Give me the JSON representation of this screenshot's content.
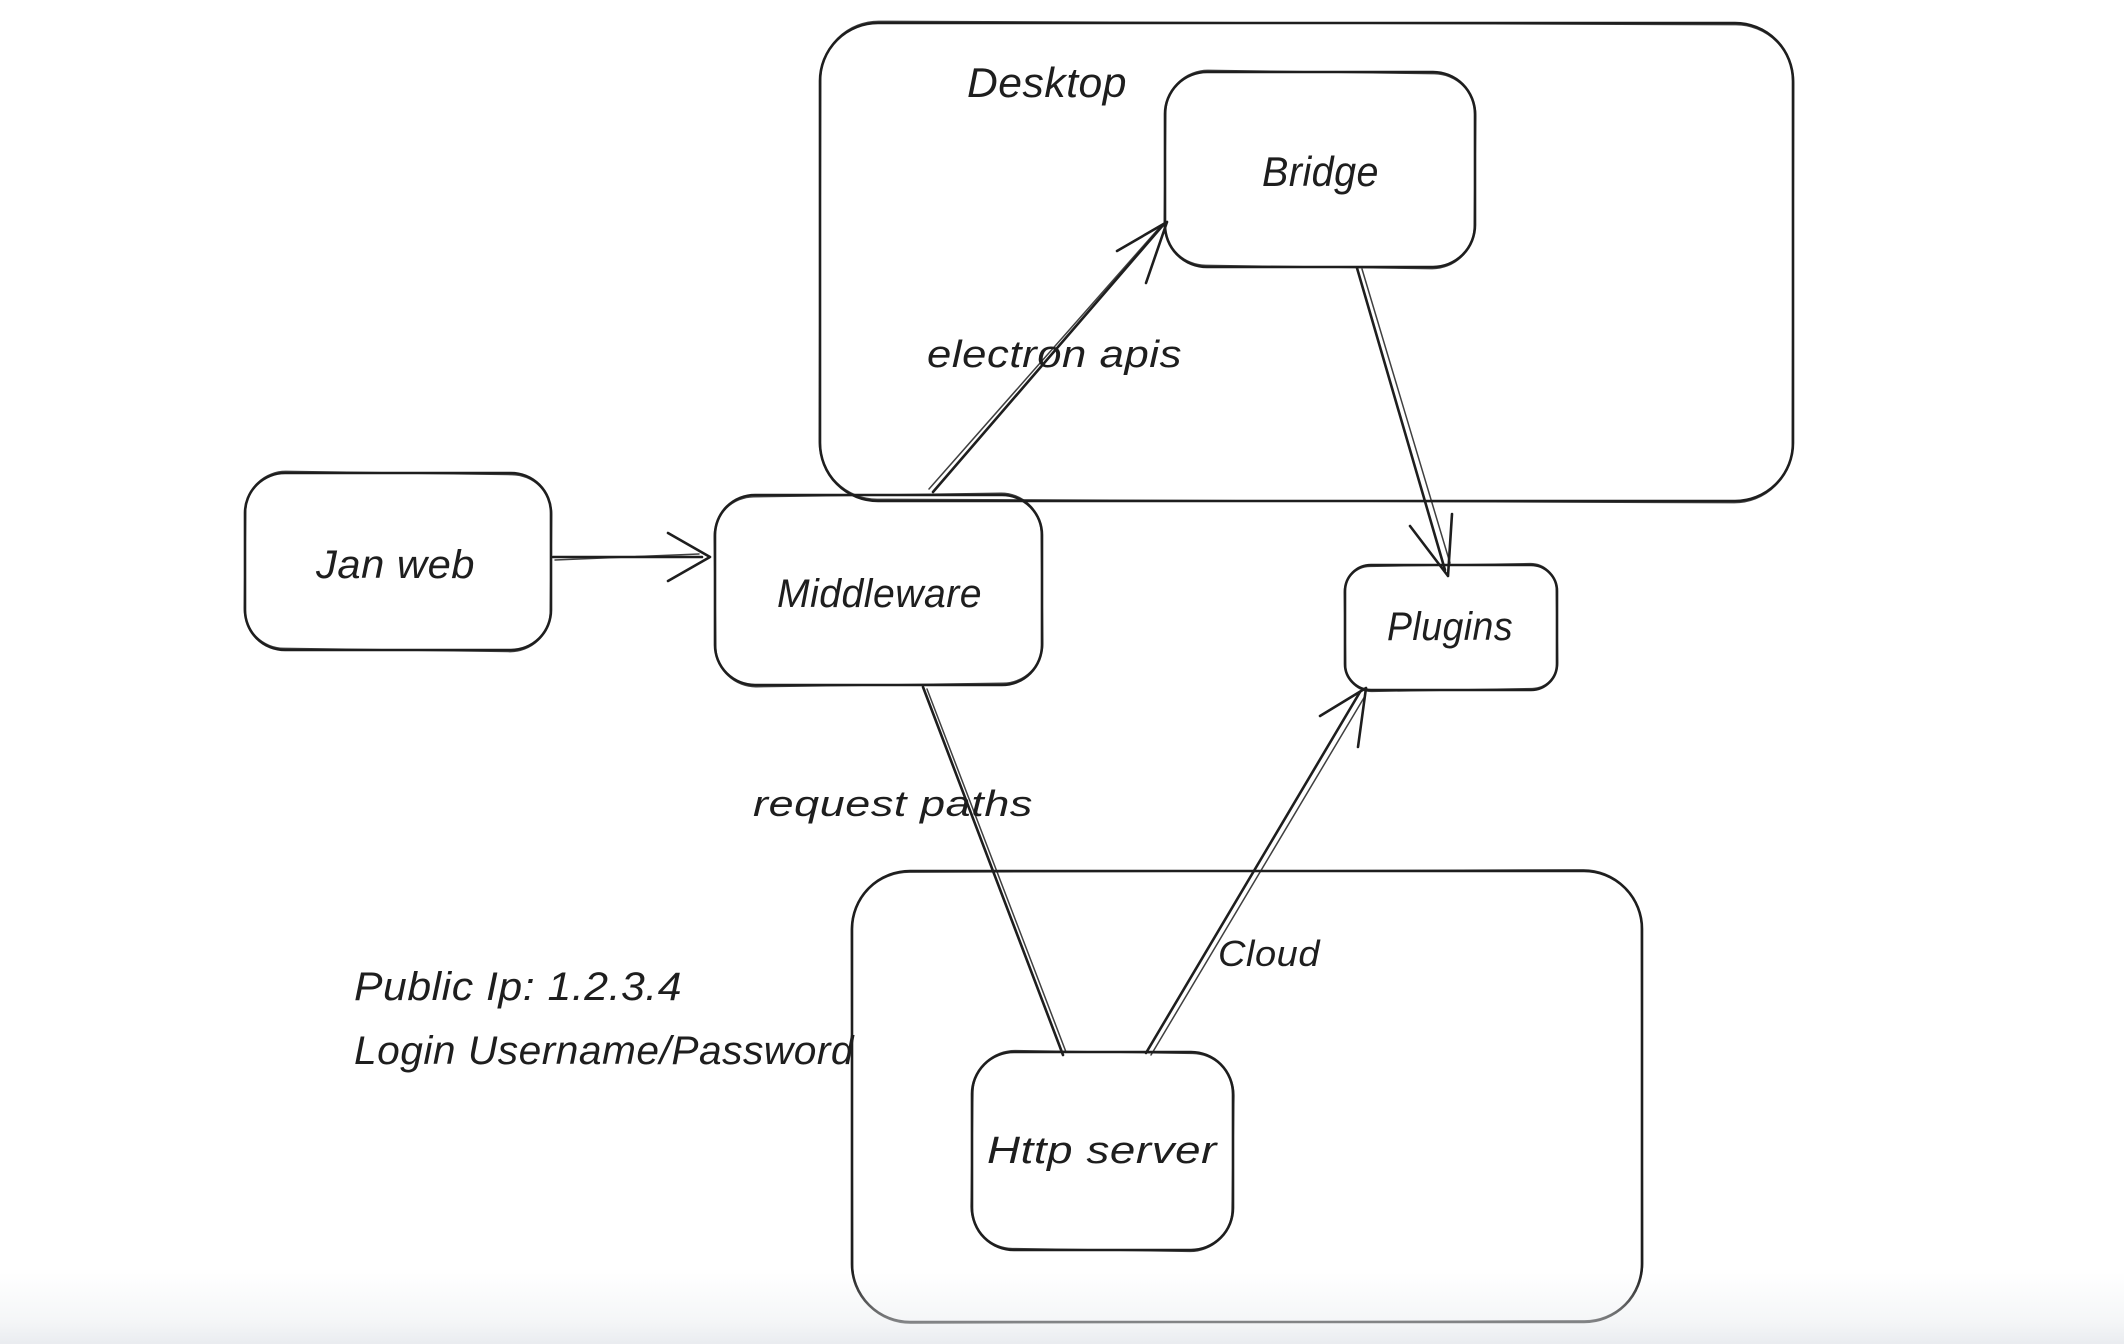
{
  "canvas": {
    "background": "#ffffff",
    "stroke": "#1e1e1e",
    "bottom_fade": "#eceff2"
  },
  "diagram": {
    "containers": [
      {
        "id": "desktop",
        "label": "Desktop"
      },
      {
        "id": "cloud",
        "label": "Cloud"
      }
    ],
    "nodes": [
      {
        "id": "jan-web",
        "label": "Jan web"
      },
      {
        "id": "middleware",
        "label": "Middleware"
      },
      {
        "id": "bridge",
        "label": "Bridge"
      },
      {
        "id": "plugins",
        "label": "Plugins"
      },
      {
        "id": "http-server",
        "label": "Http server"
      }
    ],
    "edge_labels": [
      {
        "id": "electron-apis",
        "text": "electron apis"
      },
      {
        "id": "request-paths",
        "text": "request paths"
      }
    ],
    "edges": [
      {
        "from": "Jan web",
        "to": "Middleware",
        "label": "",
        "arrowhead": "end"
      },
      {
        "from": "Middleware",
        "to": "Bridge",
        "label": "electron apis",
        "arrowhead": "end"
      },
      {
        "from": "Bridge",
        "to": "Plugins",
        "label": "",
        "arrowhead": "end"
      },
      {
        "from": "Middleware",
        "to": "Http server",
        "label": "request paths",
        "arrowhead": "none"
      },
      {
        "from": "Http server",
        "to": "Plugins",
        "label": "",
        "arrowhead": "end"
      }
    ],
    "annotations": [
      {
        "id": "public-ip",
        "text": "Public Ip: 1.2.3.4"
      },
      {
        "id": "login",
        "text": "Login Username/Password"
      }
    ]
  }
}
